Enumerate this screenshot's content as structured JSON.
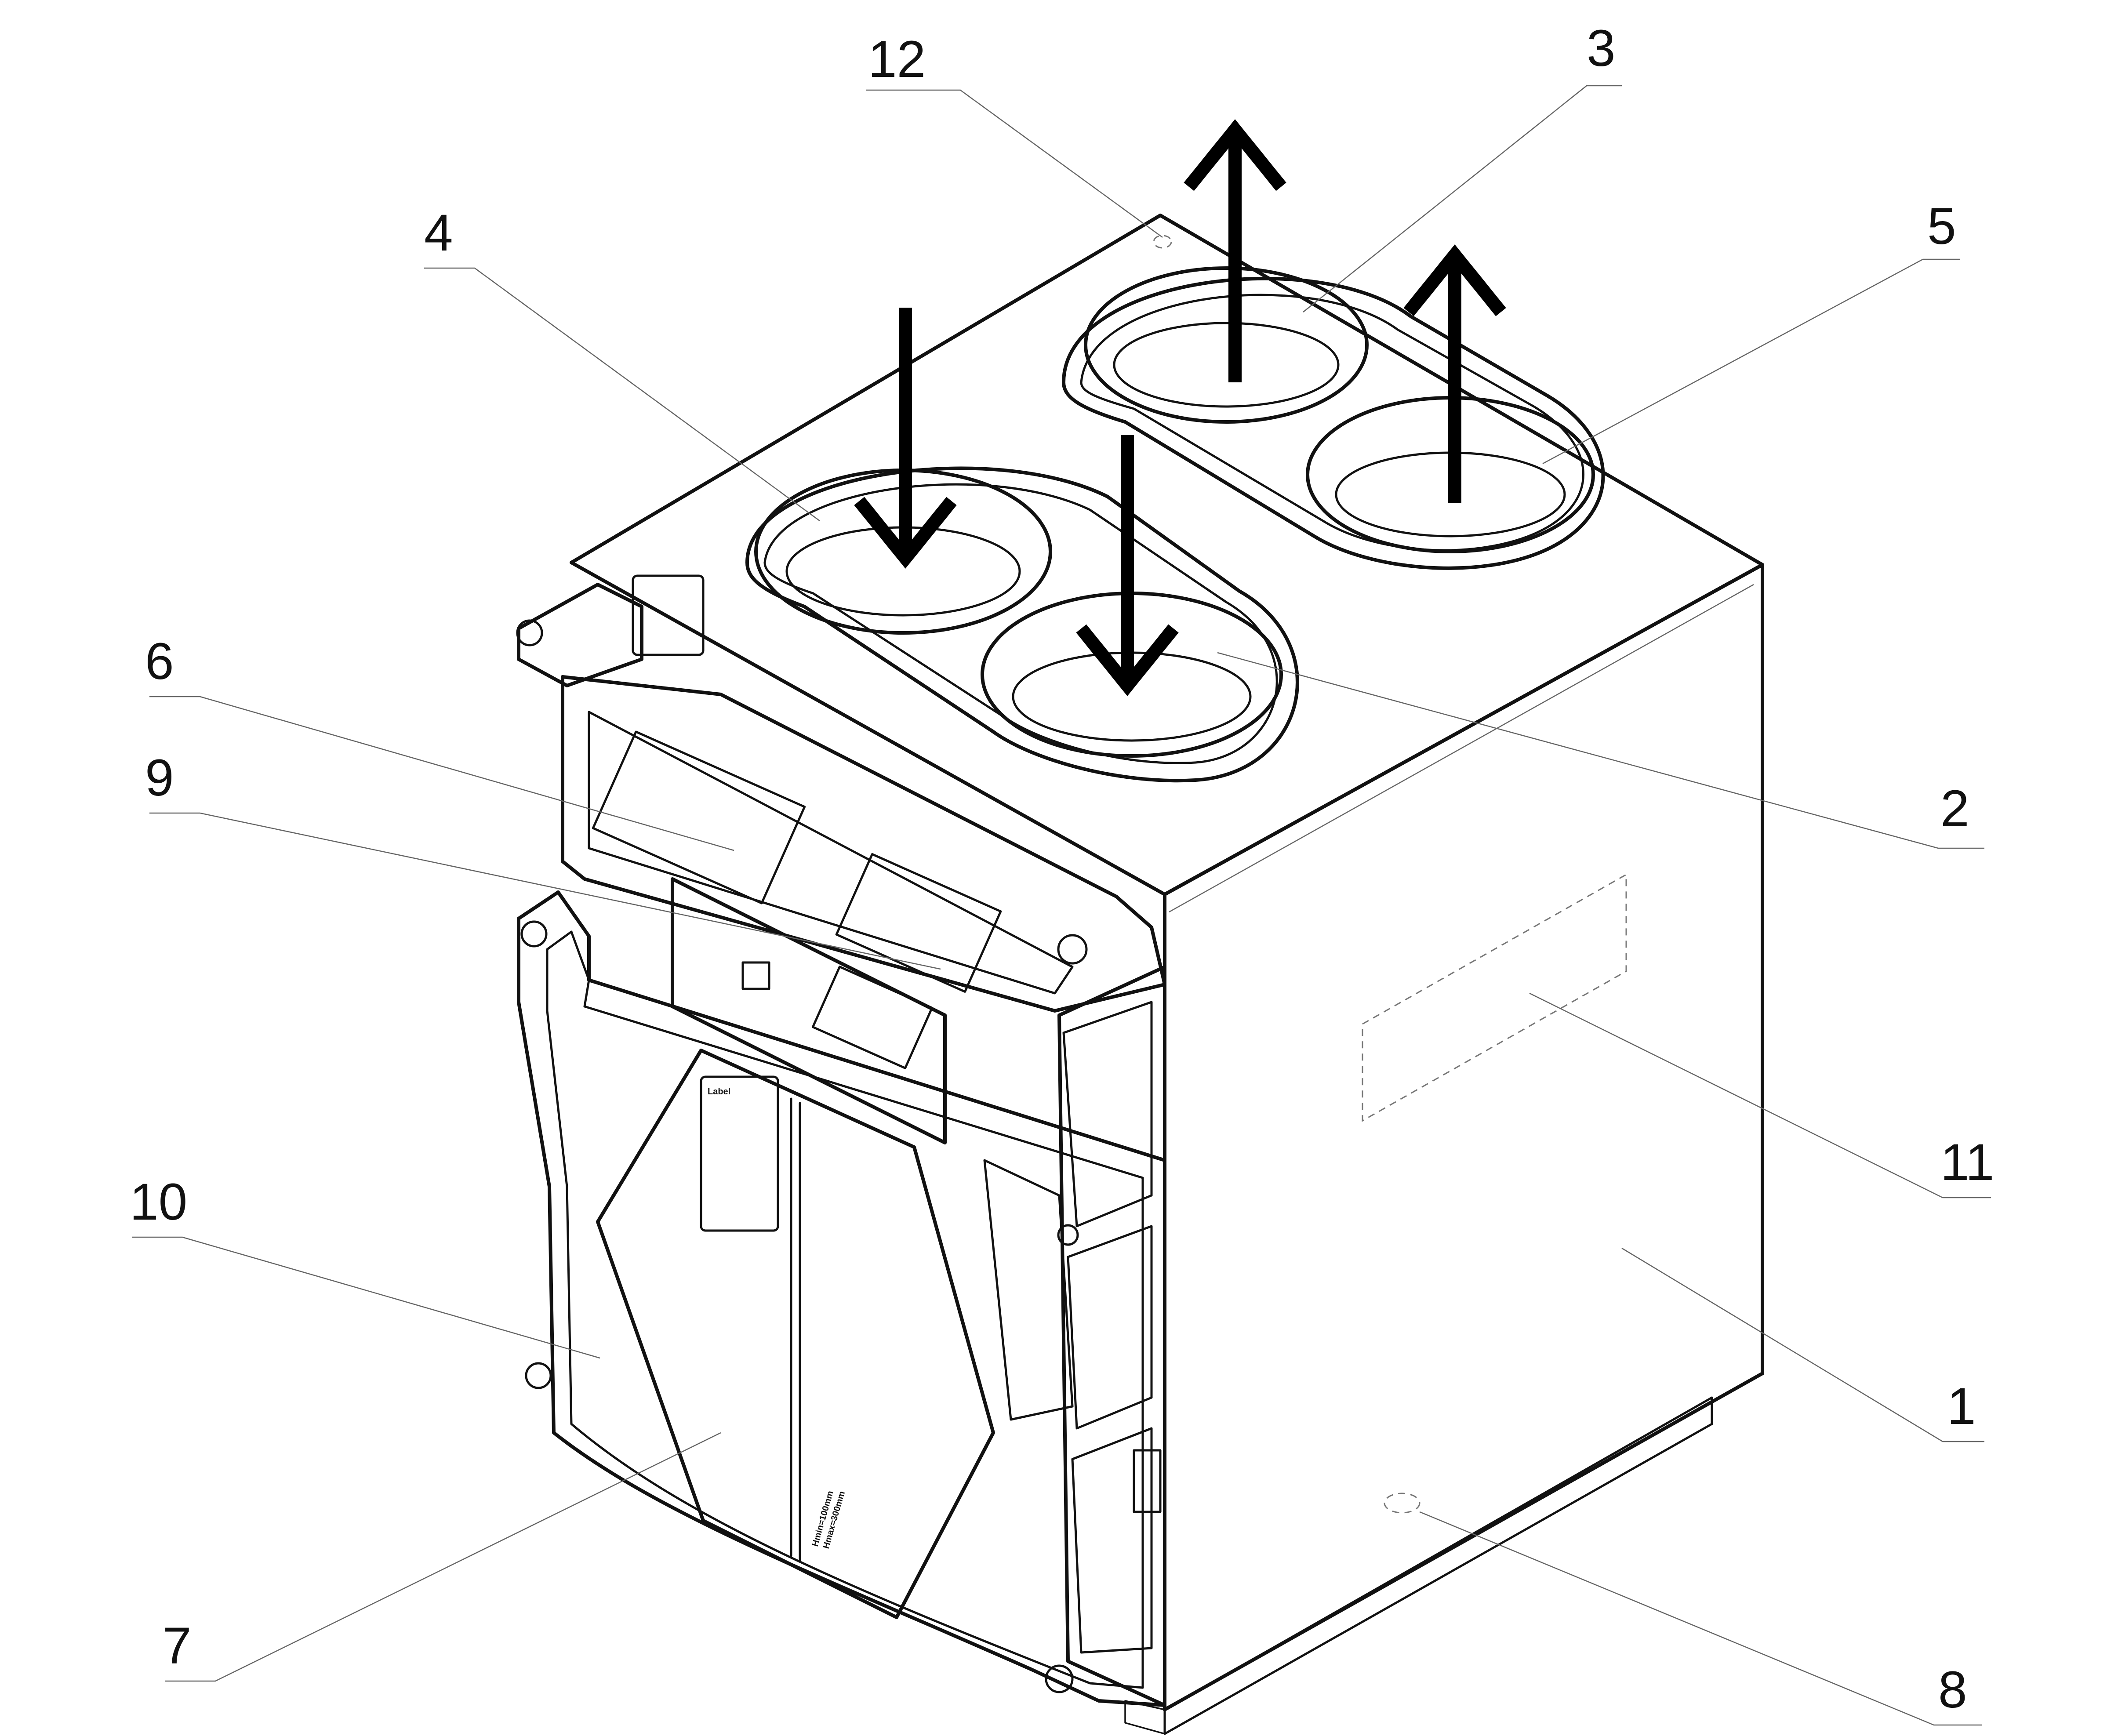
{
  "diagram": {
    "callouts": [
      {
        "id": "1",
        "label": "1"
      },
      {
        "id": "2",
        "label": "2"
      },
      {
        "id": "3",
        "label": "3"
      },
      {
        "id": "4",
        "label": "4"
      },
      {
        "id": "5",
        "label": "5"
      },
      {
        "id": "6",
        "label": "6"
      },
      {
        "id": "7",
        "label": "7"
      },
      {
        "id": "8",
        "label": "8"
      },
      {
        "id": "9",
        "label": "9"
      },
      {
        "id": "10",
        "label": "10"
      },
      {
        "id": "11",
        "label": "11"
      },
      {
        "id": "12",
        "label": "12"
      }
    ],
    "flow_arrows": [
      {
        "port": "4",
        "direction": "down"
      },
      {
        "port": "2",
        "direction": "down"
      },
      {
        "port": "3",
        "direction": "up"
      },
      {
        "port": "5",
        "direction": "up"
      }
    ],
    "label_sticker": "Label",
    "filter_text": [
      "Hmin=100mm",
      "Hmax=300mm"
    ]
  }
}
